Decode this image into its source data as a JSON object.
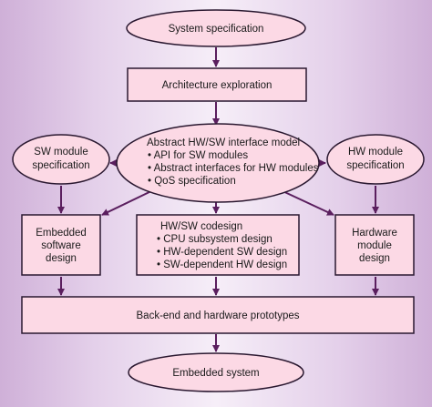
{
  "nodes": {
    "system_specification": "System specification",
    "architecture_exploration": "Architecture exploration",
    "abstract_interface": {
      "title": "Abstract HW/SW interface model",
      "bullets": [
        "API for SW modules",
        "Abstract interfaces for HW modules",
        "QoS specification"
      ]
    },
    "sw_module_spec": [
      "SW module",
      "specification"
    ],
    "hw_module_spec": [
      "HW module",
      "specification"
    ],
    "embedded_sw_design": [
      "Embedded",
      "software",
      "design"
    ],
    "hw_sw_codesign": {
      "title": "HW/SW codesign",
      "bullets": [
        "CPU subsystem design",
        "HW-dependent SW design",
        "SW-dependent HW design"
      ]
    },
    "hardware_module_design": [
      "Hardware",
      "module",
      "design"
    ],
    "backend_prototypes": "Back-end and hardware prototypes",
    "embedded_system": "Embedded system"
  },
  "colors": {
    "node_fill": "#fcd9e5",
    "node_stroke": "#2a1830",
    "arrow": "#5a1e5e"
  }
}
